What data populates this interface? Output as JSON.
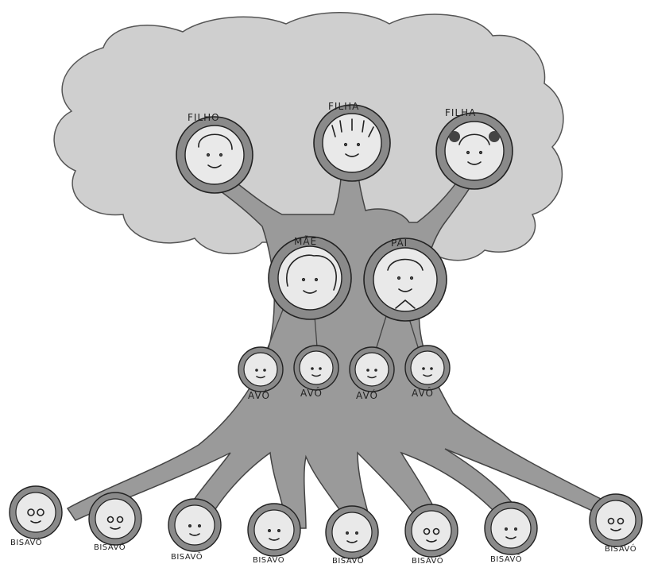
{
  "labels": {
    "filho": "FILHO",
    "filha_1": "FILHA",
    "filha_2": "FILHA",
    "mae": "MÃE",
    "pai": "PAI",
    "avo_1": "AVÓ",
    "avo_2": "AVÔ",
    "avo_3": "AVÓ",
    "avo_4": "AVÔ",
    "bisavo_1": "BISAVÔ",
    "bisavo_2": "BISAVÓ",
    "bisavo_3": "BISAVÔ",
    "bisavo_4": "BISAVÓ",
    "bisavo_5": "BISAVÔ",
    "bisavo_6": "BISAVÓ",
    "bisavo_7": "BISAVÔ",
    "bisavo_8": "BISAVÓ"
  },
  "colors": {
    "canopy": "#cfcfcf",
    "trunk": "#9a9a9a",
    "portrait_frame": "#8a8a8a",
    "portrait_face": "#e9e9e9",
    "outline": "#222222"
  }
}
